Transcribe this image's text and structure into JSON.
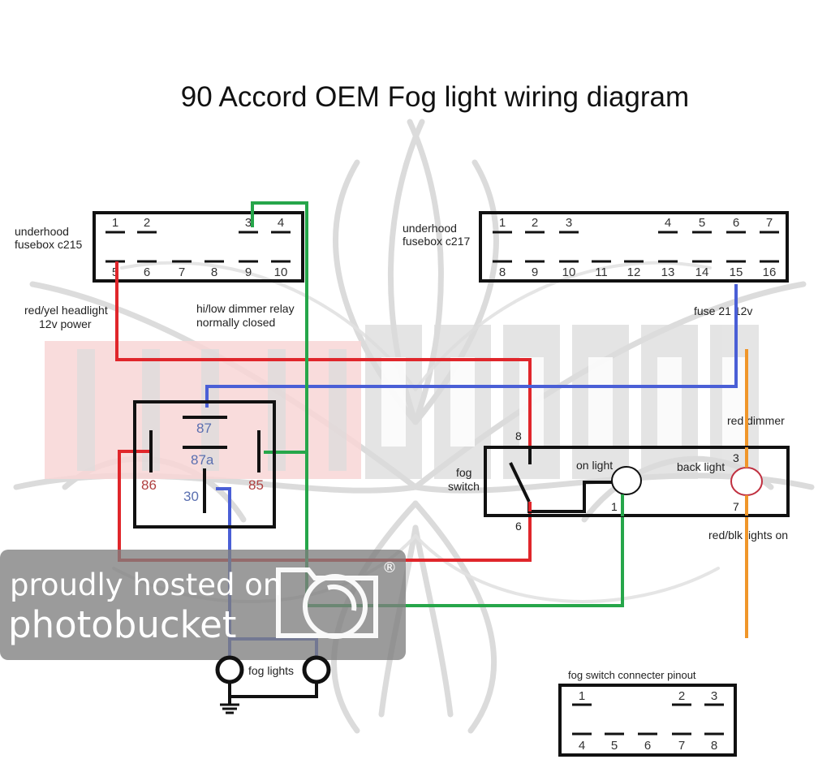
{
  "title": "90 Accord OEM Fog light wiring diagram",
  "colors": {
    "wire_red": "#e0262b",
    "wire_blue": "#4a5fd6",
    "wire_green": "#26a64a",
    "wire_orange": "#f0962a",
    "outline": "#111111",
    "relay_label_blue": "#5a6fb0",
    "relay_label_red": "#b04040",
    "backlight_ring": "#c03040",
    "watermark_gray": "#cfcfcf",
    "watermark_pink": "#f7c9c9",
    "photobucket_bg": "#8a8a8a"
  },
  "connectors": {
    "c215": {
      "label_line1": "underhood",
      "label_line2": "fusebox c215",
      "top_pins": [
        "1",
        "2",
        "3",
        "4"
      ],
      "bottom_pins": [
        "5",
        "6",
        "7",
        "8",
        "9",
        "10"
      ]
    },
    "c217": {
      "label_line1": "underhood",
      "label_line2": "fusebox c217",
      "top_pins": [
        "1",
        "2",
        "3",
        "4",
        "5",
        "6",
        "7"
      ],
      "bottom_pins": [
        "8",
        "9",
        "10",
        "11",
        "12",
        "13",
        "14",
        "15",
        "16"
      ]
    },
    "fog_switch_pinout": {
      "label": "fog switch connecter pinout",
      "top_pins": [
        "1",
        "2",
        "3"
      ],
      "bottom_pins": [
        "4",
        "5",
        "6",
        "7",
        "8"
      ]
    }
  },
  "annotations": {
    "red_yel_line1": "red/yel headlight",
    "red_yel_line2": "12v power",
    "dimmer_line1": "hi/low dimmer relay",
    "dimmer_line2": "normally closed",
    "fuse21": "fuse 21 12v",
    "red_dimmer": "red dimmer",
    "red_blk": "red/blk  lights on",
    "fog_lights": "fog lights"
  },
  "relay": {
    "pins": {
      "p87": "87",
      "p87a": "87a",
      "p86": "86",
      "p85": "85",
      "p30": "30"
    }
  },
  "fog_switch": {
    "label_line1": "fog",
    "label_line2": "switch",
    "on_light": "on light",
    "back_light": "back light",
    "pin8": "8",
    "pin6": "6",
    "pin1": "1",
    "pin3": "3",
    "pin7": "7"
  },
  "watermark": {
    "photobucket_line1": "proudly hosted on",
    "photobucket_line2": "photobucket",
    "registered": "®"
  }
}
